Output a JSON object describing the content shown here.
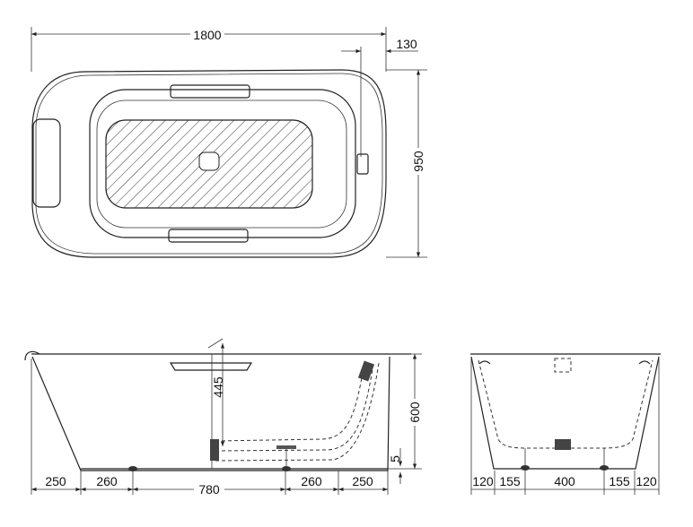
{
  "top_view": {
    "width_label": "1800",
    "offset_label": "130",
    "depth_label": "950"
  },
  "side_view": {
    "height_label": "600",
    "inner_height_label": "445",
    "clearance_label": "5",
    "bottom_dims": [
      "250",
      "260",
      "780",
      "260",
      "250"
    ]
  },
  "end_view": {
    "bottom_dims": [
      "120",
      "155",
      "400",
      "155",
      "120"
    ]
  },
  "colors": {
    "line": "#222222",
    "background": "#ffffff"
  }
}
